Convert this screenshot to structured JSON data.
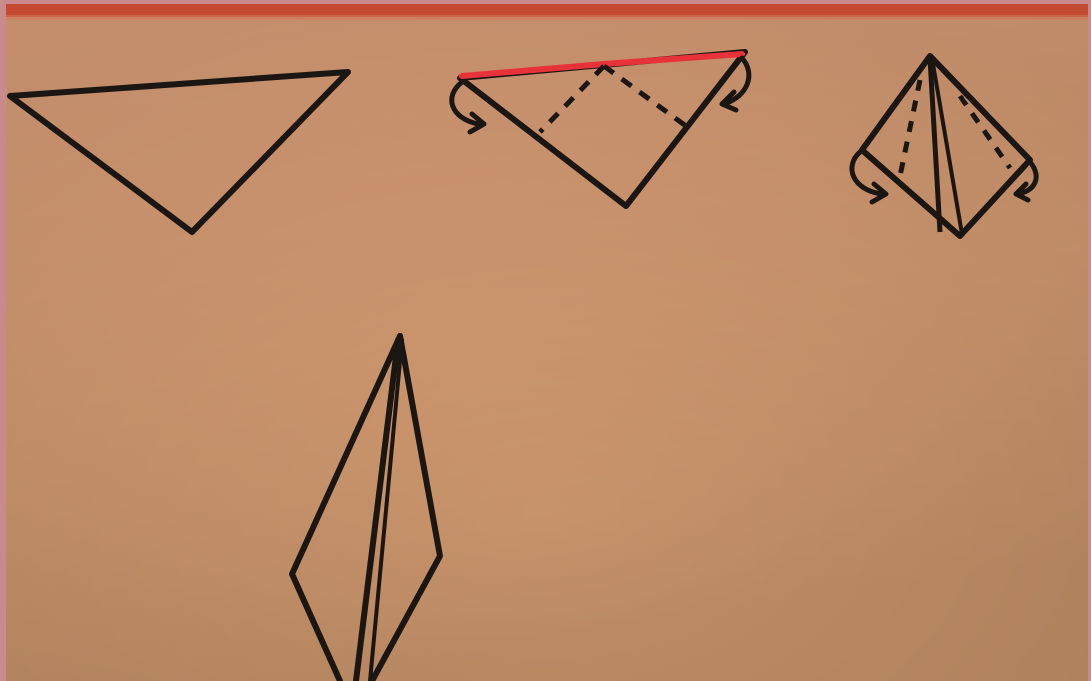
{
  "image": {
    "kind": "photo-of-hand-drawn-origami-folding-steps",
    "frame_color": "#c98a8e",
    "paper_top_color": "#e0a27c",
    "paper_bottom_color": "#c08e66",
    "ink_color": "#1c1612",
    "highlight_color": "#e8323a",
    "top_edge_strip_color": "#c44a32"
  },
  "steps": [
    {
      "id": 1,
      "shape": "triangle",
      "has_fold_arrows": false,
      "has_dashed_fold_lines": false
    },
    {
      "id": 2,
      "shape": "triangle",
      "has_fold_arrows": true,
      "has_dashed_fold_lines": true,
      "highlighted_edge": true
    },
    {
      "id": 3,
      "shape": "kite",
      "has_fold_arrows": true,
      "has_dashed_fold_lines": true
    },
    {
      "id": 4,
      "shape": "elongated-kite",
      "has_fold_arrows": false,
      "has_dashed_fold_lines": false
    }
  ]
}
